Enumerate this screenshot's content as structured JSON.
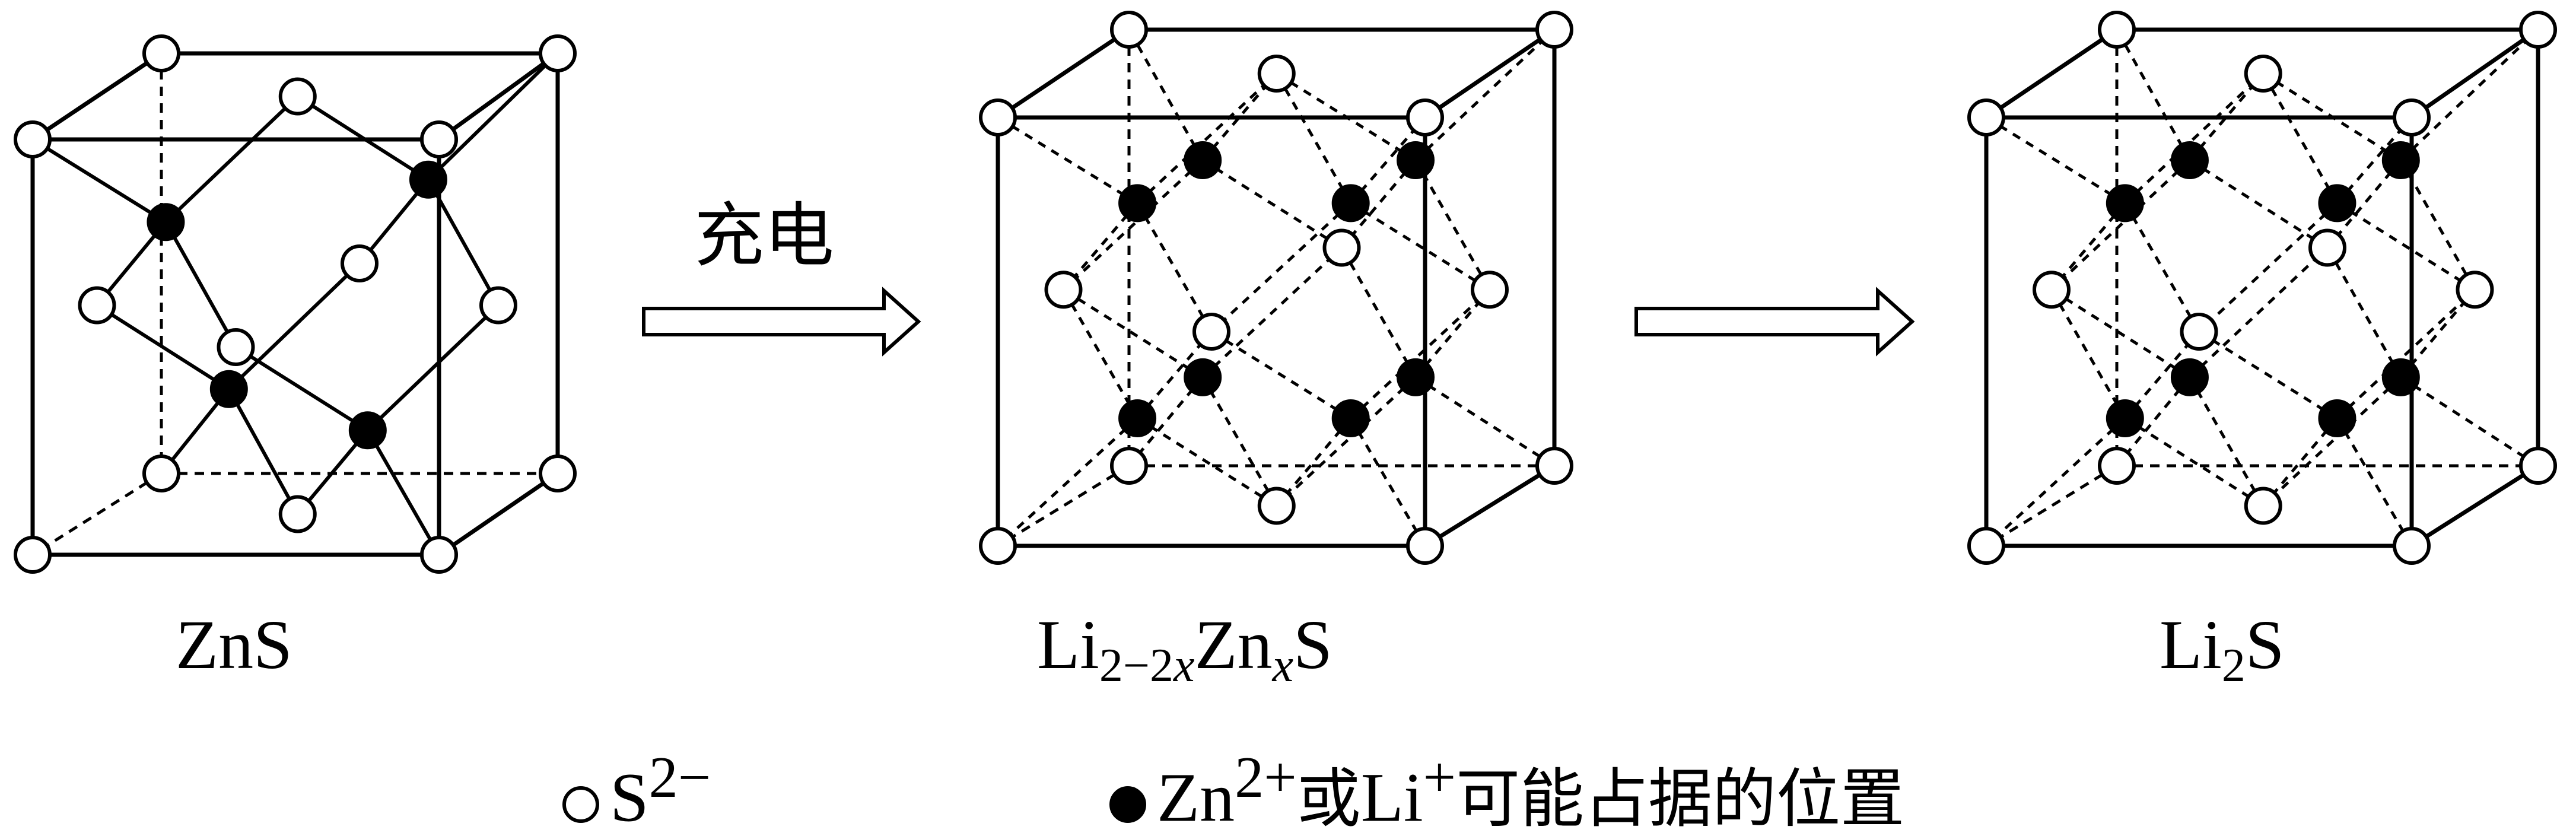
{
  "panels": [
    {
      "id": "zns",
      "formula_main": "ZnS",
      "formula_parts": []
    },
    {
      "id": "intermediate",
      "formula_parts": [
        {
          "t": "Li"
        },
        {
          "t": "2−2",
          "sub": true
        },
        {
          "t": "x",
          "sub": true,
          "italic": true
        },
        {
          "t": "Zn"
        },
        {
          "t": "x",
          "sub": true,
          "italic": true
        },
        {
          "t": "S"
        }
      ]
    },
    {
      "id": "li2s",
      "formula_parts": [
        {
          "t": "Li"
        },
        {
          "t": "2",
          "sub": true
        },
        {
          "t": "S"
        }
      ]
    }
  ],
  "arrow1": {
    "label": "充电"
  },
  "legend": {
    "sulfide": {
      "symbol": "S",
      "charge": "2−"
    },
    "cation": {
      "zn": "Zn",
      "zn_charge": "2+",
      "or": "或",
      "li": "Li",
      "li_charge": "+",
      "text": "可能占据的位置"
    }
  },
  "colors": {
    "line": "#000000",
    "open_fill": "#ffffff",
    "filled": "#000000"
  }
}
